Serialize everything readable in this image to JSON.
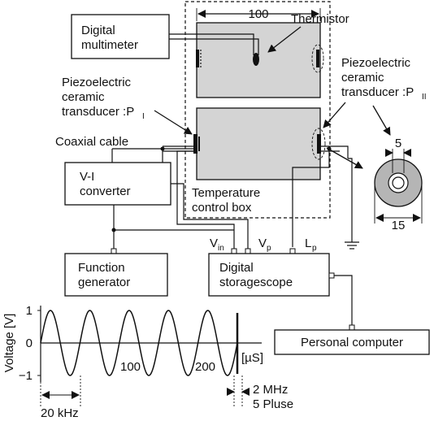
{
  "labels": {
    "digital_multimeter": [
      "Digital",
      "multimeter"
    ],
    "thermistor": "Thermistor",
    "dimension_top": "100",
    "piezo_left": [
      "Piezoelectric",
      "ceramic",
      "transducer :P"
    ],
    "piezo_left_sub": "I",
    "piezo_right": [
      "Piezoelectric",
      "ceramic",
      "transducer :P"
    ],
    "piezo_right_sub": "II",
    "coaxial_cable": "Coaxial cable",
    "vi_converter": [
      "V-I",
      "converter"
    ],
    "temperature_box": [
      "Temperature",
      "control box"
    ],
    "dim_inner": "5",
    "dim_outer": "15",
    "v_in": "V",
    "v_in_sub": "in",
    "v_p": "V",
    "v_p_sub": "p",
    "l_p": "L",
    "l_p_sub": "p",
    "function_generator": [
      "Function",
      "generator"
    ],
    "digital_storagescope": [
      "Digital",
      "storagescope"
    ],
    "personal_computer": "Personal computer",
    "y_axis_label": "Voltage [V]",
    "y_ticks": [
      "1",
      "0",
      "−1"
    ],
    "x_tick_100": "100",
    "x_tick_200": "200",
    "time_unit": "[µS]",
    "burst_freq": "2 MHz",
    "burst_count": "5 Pluse",
    "sine_freq": "20 kHz"
  },
  "waveform": {
    "cycles": 5,
    "amplitude": 1
  },
  "colors": {
    "tank_fill": "#d4d4d4",
    "line": "#111111"
  }
}
